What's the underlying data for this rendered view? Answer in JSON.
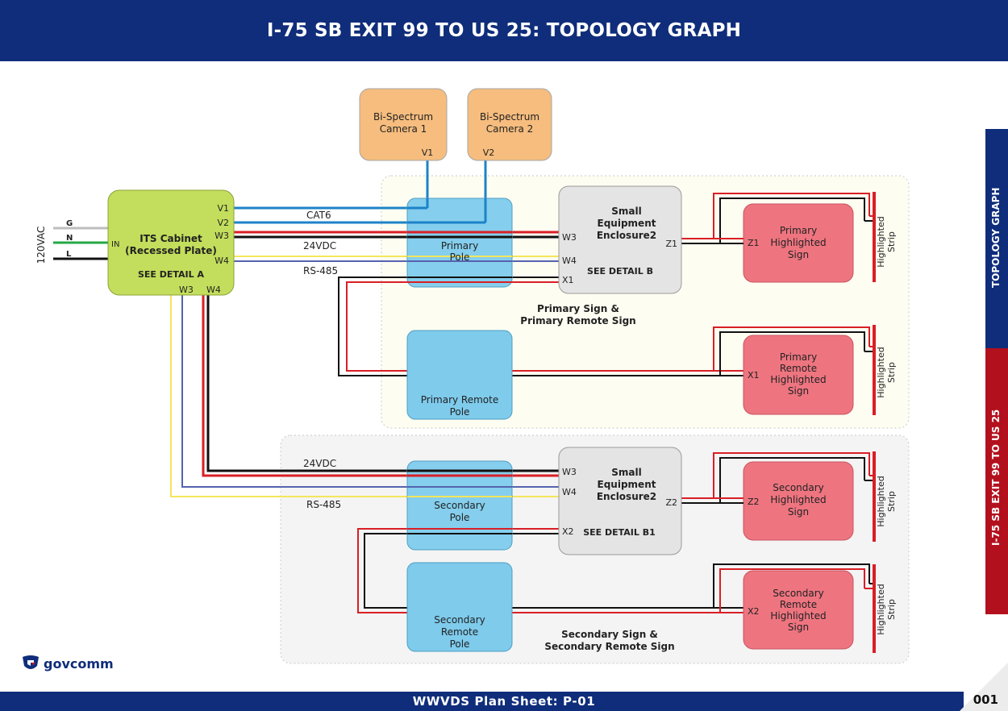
{
  "header": {
    "title": "I-75 SB EXIT 99 TO US 25: TOPOLOGY GRAPH"
  },
  "footer": {
    "title": "WWVDS Plan Sheet: P-01",
    "page_number": "001"
  },
  "sidebar": {
    "upper": "TOPOLOGY GRAPH",
    "lower": "I-75 SB EXIT 99 TO US 25"
  },
  "logo": {
    "text": "govcomm",
    "icon": "govcomm-shield-logo"
  },
  "power": {
    "voltage": "120VAC",
    "g": "G",
    "n": "N",
    "l": "L",
    "in": "IN"
  },
  "cabinet": {
    "line1": "ITS Cabinet",
    "line2": "(Recessed Plate)",
    "detail": "SEE DETAIL A",
    "ports": {
      "v1": "V1",
      "v2": "V2",
      "w3": "W3",
      "w4": "W4",
      "w3b": "W3",
      "w4b": "W4"
    }
  },
  "cameras": [
    {
      "line1": "Bi-Spectrum",
      "line2": "Camera 1",
      "port": "V1"
    },
    {
      "line1": "Bi-Spectrum",
      "line2": "Camera 2",
      "port": "V2"
    }
  ],
  "cables": {
    "cat6": "CAT6",
    "vdc_top": "24VDC",
    "rs485_top": "RS-485",
    "vdc_bottom": "24VDC",
    "rs485_bottom": "RS-485"
  },
  "poles": {
    "primary": {
      "line1": "Primary",
      "line2": "Pole"
    },
    "primary_remote": {
      "line1": "Primary Remote",
      "line2": "Pole"
    },
    "secondary": {
      "line1": "Secondary",
      "line2": "Pole"
    },
    "secondary_remote": {
      "line1": "Secondary",
      "line2": "Remote",
      "line3": "Pole"
    }
  },
  "enclosures": {
    "primary": {
      "line1": "Small",
      "line2": "Equipment",
      "line3": "Enclosure2",
      "detail": "SEE DETAIL B",
      "w3": "W3",
      "w4": "W4",
      "x1": "X1",
      "z1": "Z1"
    },
    "secondary": {
      "line1": "Small",
      "line2": "Equipment",
      "line3": "Enclosure2",
      "detail": "SEE DETAIL B1",
      "w3": "W3",
      "w4": "W4",
      "x2": "X2",
      "z2": "Z2"
    }
  },
  "signs": {
    "primary": {
      "line1": "Primary",
      "line2": "Highlighted",
      "line3": "Sign",
      "port": "Z1"
    },
    "primary_remote": {
      "line1": "Primary",
      "line2": "Remote",
      "line3": "Highlighted",
      "line4": "Sign",
      "port": "X1"
    },
    "secondary": {
      "line1": "Secondary",
      "line2": "Highlighted",
      "line3": "Sign",
      "port": "Z2"
    },
    "secondary_remote": {
      "line1": "Secondary",
      "line2": "Remote",
      "line3": "Highlighted",
      "line4": "Sign",
      "port": "X2"
    }
  },
  "strip": {
    "line1": "Highlighted",
    "line2": "Strip"
  },
  "groups": {
    "primary": {
      "line1": "Primary Sign &",
      "line2": "Primary Remote Sign"
    },
    "secondary": {
      "line1": "Secondary Sign &",
      "line2": "Secondary Remote Sign"
    }
  },
  "colors": {
    "header_blue": "#0f2d7a",
    "side_red": "#b3101d",
    "cabinet_green": "#c3de5c",
    "camera_orange": "#f6bd7e",
    "pole_blue": "#7ecbec",
    "enclosure_gray": "#e4e4e4",
    "sign_red": "#ee7580",
    "cat6_blue": "#1c83c8",
    "power_red": "#d91f26",
    "signal_yellow": "#f4e65c",
    "rs485_purple": "#5562b0",
    "ground_green": "#23a845"
  }
}
